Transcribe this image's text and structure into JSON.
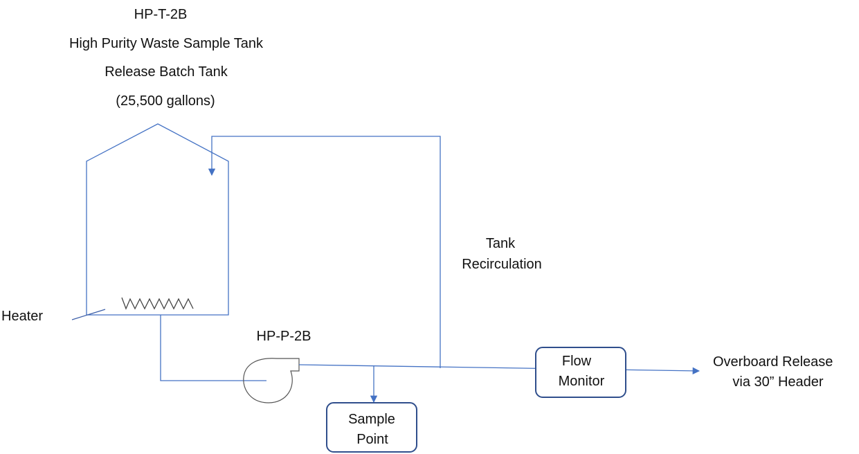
{
  "tank": {
    "id": "HP-T-2B",
    "name": "High Purity Waste Sample Tank",
    "role": "Release Batch Tank",
    "capacity": "(25,500 gallons)"
  },
  "heater_label": "Heater",
  "recirculation": {
    "line1": "Tank",
    "line2": "Recirculation"
  },
  "pump_label": "HP-P-2B",
  "flow_monitor": {
    "line1": "Flow",
    "line2": "Monitor"
  },
  "sample_point": {
    "line1": "Sample",
    "line2": "Point"
  },
  "release": {
    "line1": "Overboard Release",
    "line2": "via 30” Header"
  },
  "colors": {
    "line": "#4472c4",
    "box_border": "#2f4e8c",
    "text": "#111111"
  }
}
